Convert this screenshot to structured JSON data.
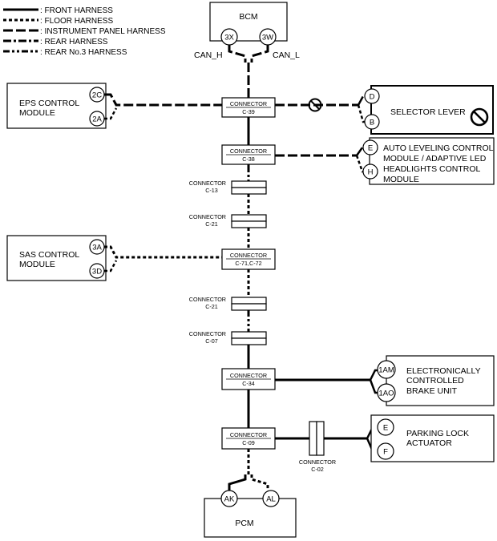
{
  "legend": {
    "front": ": FRONT HARNESS",
    "floor": ": FLOOR HARNESS",
    "instrument": ": INSTRUMENT PANEL HARNESS",
    "rear": ": REAR HARNESS",
    "rear3": ": REAR No.3 HARNESS"
  },
  "bcm": {
    "title": "BCM",
    "pin_left": "3X",
    "pin_right": "3W",
    "can_h": "CAN_H",
    "can_l": "CAN_L"
  },
  "eps": {
    "line1": "EPS CONTROL",
    "line2": "MODULE",
    "pin_top": "2C",
    "pin_bottom": "2A"
  },
  "selector": {
    "title": "SELECTOR LEVER",
    "pin_top": "D",
    "pin_bottom": "B"
  },
  "leveling": {
    "line1": "AUTO LEVELING CONTROL",
    "line2": "MODULE / ADAPTIVE LED",
    "line3": "HEADLIGHTS CONTROL",
    "line4": "MODULE",
    "pin_top": "E",
    "pin_bottom": "H"
  },
  "sas": {
    "line1": "SAS CONTROL",
    "line2": "MODULE",
    "pin_top": "3A",
    "pin_bottom": "3D"
  },
  "brake": {
    "line1": "ELECTRONICALLY",
    "line2": "CONTROLLED",
    "line3": "BRAKE UNIT",
    "pin_top": "1AM",
    "pin_bottom": "1AO"
  },
  "parking": {
    "line1": "PARKING LOCK",
    "line2": "ACTUATOR",
    "pin_top": "E",
    "pin_bottom": "F"
  },
  "pcm": {
    "title": "PCM",
    "pin_left": "AK",
    "pin_right": "AL"
  },
  "connectors": {
    "word": "CONNECTOR",
    "c39": "C-39",
    "c38": "C-38",
    "c13": "C-13",
    "c21a": "C-21",
    "c71": "C-71,C-72",
    "c21b": "C-21",
    "c07": "C-07",
    "c34": "C-34",
    "c09": "C-09",
    "c02": "C-02"
  }
}
